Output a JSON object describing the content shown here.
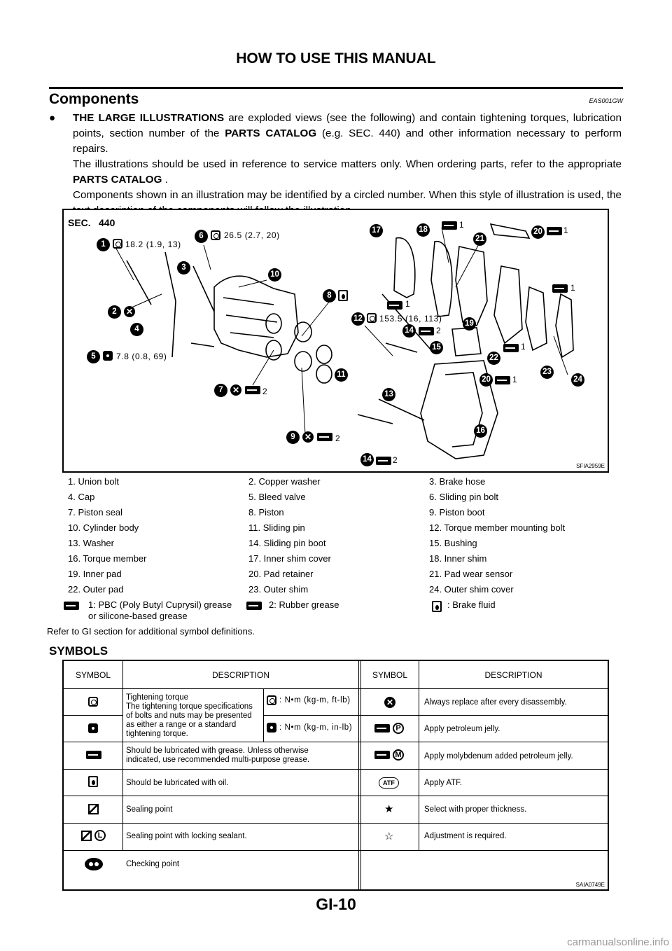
{
  "header": {
    "title": "HOW TO USE THIS MANUAL"
  },
  "section": {
    "heading": "Components",
    "code": "EAS001GW"
  },
  "intro": {
    "bullet_lead": "THE LARGE ILLUSTRATIONS",
    "bullet_text_1": " are exploded views (see the following) and contain tightening torques, lubrication points, section number of the ",
    "parts_catalog": "PARTS CATALOG",
    "bullet_text_2": "  (e.g. SEC. 440) and other information necessary to perform repairs.",
    "para2_text": "The illustrations should be used in reference to service matters only. When ordering parts, refer to the appropriate ",
    "para2_tail": " .",
    "para3": "Components shown in an illustration may be identified by a circled number. When this style of illustration is used, the text description of the components will follow the illustration."
  },
  "illustration": {
    "sec_label": "SEC.",
    "sec_number": "440",
    "figure_code": "SFIA2959E",
    "specs": {
      "s1": "18.2 (1.9, 13)",
      "s6": "26.5 (2.7, 20)",
      "s5": "7.8 (0.8, 69)",
      "s12": "153.5 (16, 113)",
      "g1": "1",
      "g2": "2"
    },
    "callouts": [
      "1",
      "2",
      "3",
      "4",
      "5",
      "6",
      "7",
      "8",
      "9",
      "10",
      "11",
      "12",
      "13",
      "14",
      "15",
      "16",
      "17",
      "18",
      "19",
      "20",
      "21",
      "22",
      "23",
      "24"
    ]
  },
  "legend": {
    "rows": [
      [
        "1. Union bolt",
        "2. Copper washer",
        "3. Brake hose"
      ],
      [
        "4. Cap",
        "5. Bleed valve",
        "6. Sliding pin bolt"
      ],
      [
        "7. Piston seal",
        "8. Piston",
        "9. Piston boot"
      ],
      [
        "10. Cylinder body",
        "11. Sliding pin",
        "12. Torque member mounting bolt"
      ],
      [
        "13. Washer",
        "14. Sliding pin boot",
        "15. Bushing"
      ],
      [
        "16. Torque member",
        "17. Inner shim cover",
        "18. Inner shim"
      ],
      [
        "19. Inner pad",
        "20. Pad retainer",
        "21. Pad wear sensor"
      ],
      [
        "22. Outer pad",
        "23. Outer shim",
        "24. Outer shim cover"
      ]
    ],
    "grease1_line1": "1: PBC (Poly Butyl Cuprysil) grease",
    "grease1_line2": "or silicone-based grease",
    "grease2": "2: Rubber grease",
    "brake_fluid": ": Brake fluid",
    "note": "Refer to GI section for additional symbol definitions."
  },
  "symbols": {
    "heading": "SYMBOLS",
    "col_symbol": "SYMBOL",
    "col_description": "DESCRIPTION",
    "torque_desc": [
      "Tightening torque",
      "The tightening torque specifications",
      "of bolts and nuts may be presented",
      "as either a range or a standard",
      "tightening torque."
    ],
    "torque_unit_1": ": N•m (kg-m, ft-lb)",
    "torque_unit_2": ": N•m (kg-m, in-lb)",
    "grease_desc_1": "Should be lubricated with grease. Unless otherwise",
    "grease_desc_2": "indicated, use recommended multi-purpose grease.",
    "oil_desc": "Should be lubricated with oil.",
    "sealing_desc": "Sealing point",
    "sealing_locking_desc": "Sealing point with locking sealant.",
    "checking_desc": "Checking point",
    "replace_desc": "Always replace after every disassembly.",
    "petroleum_desc": "Apply petroleum jelly.",
    "moly_desc": "Apply molybdenum added petroleum jelly.",
    "atf_label": "ATF",
    "atf_desc": "Apply ATF.",
    "thickness_desc": "Select with proper thickness.",
    "adjust_desc": "Adjustment is required.",
    "letter_p": "P",
    "letter_m": "M",
    "letter_l": "L",
    "star_filled": "★",
    "star_open": "☆",
    "figure_code": "SAIA0749E"
  },
  "footer": {
    "page": "GI-10",
    "watermark": "carmanualsonline.info"
  }
}
